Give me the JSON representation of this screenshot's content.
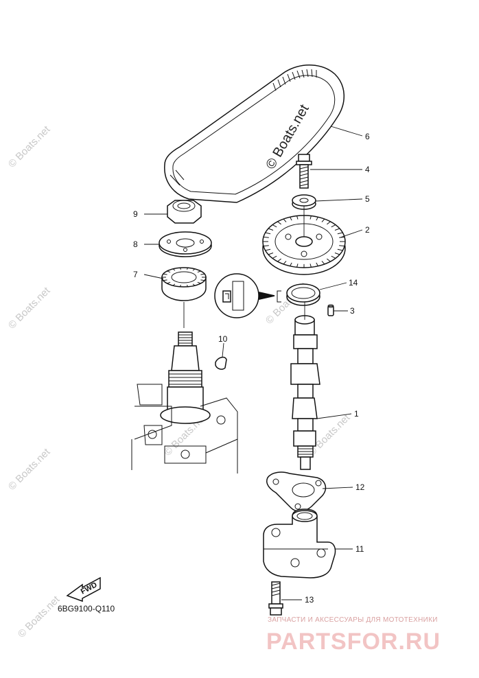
{
  "diagram_code": "6BG9100-Q110",
  "fwd_label": "FWD",
  "callouts": {
    "c1": "1",
    "c2": "2",
    "c3": "3",
    "c4": "4",
    "c5": "5",
    "c6": "6",
    "c7": "7",
    "c8": "8",
    "c9": "9",
    "c10": "10",
    "c11": "11",
    "c12": "12",
    "c13": "13",
    "c14": "14"
  },
  "watermarks": {
    "primary": "© Boats.net",
    "faint": "© Boats.net"
  },
  "banner": {
    "tagline": "ЗАПЧАСТИ И АКСЕССУАРЫ ДЛЯ МОТОТЕХНИКИ",
    "brand": "PARTSFOR.RU"
  }
}
